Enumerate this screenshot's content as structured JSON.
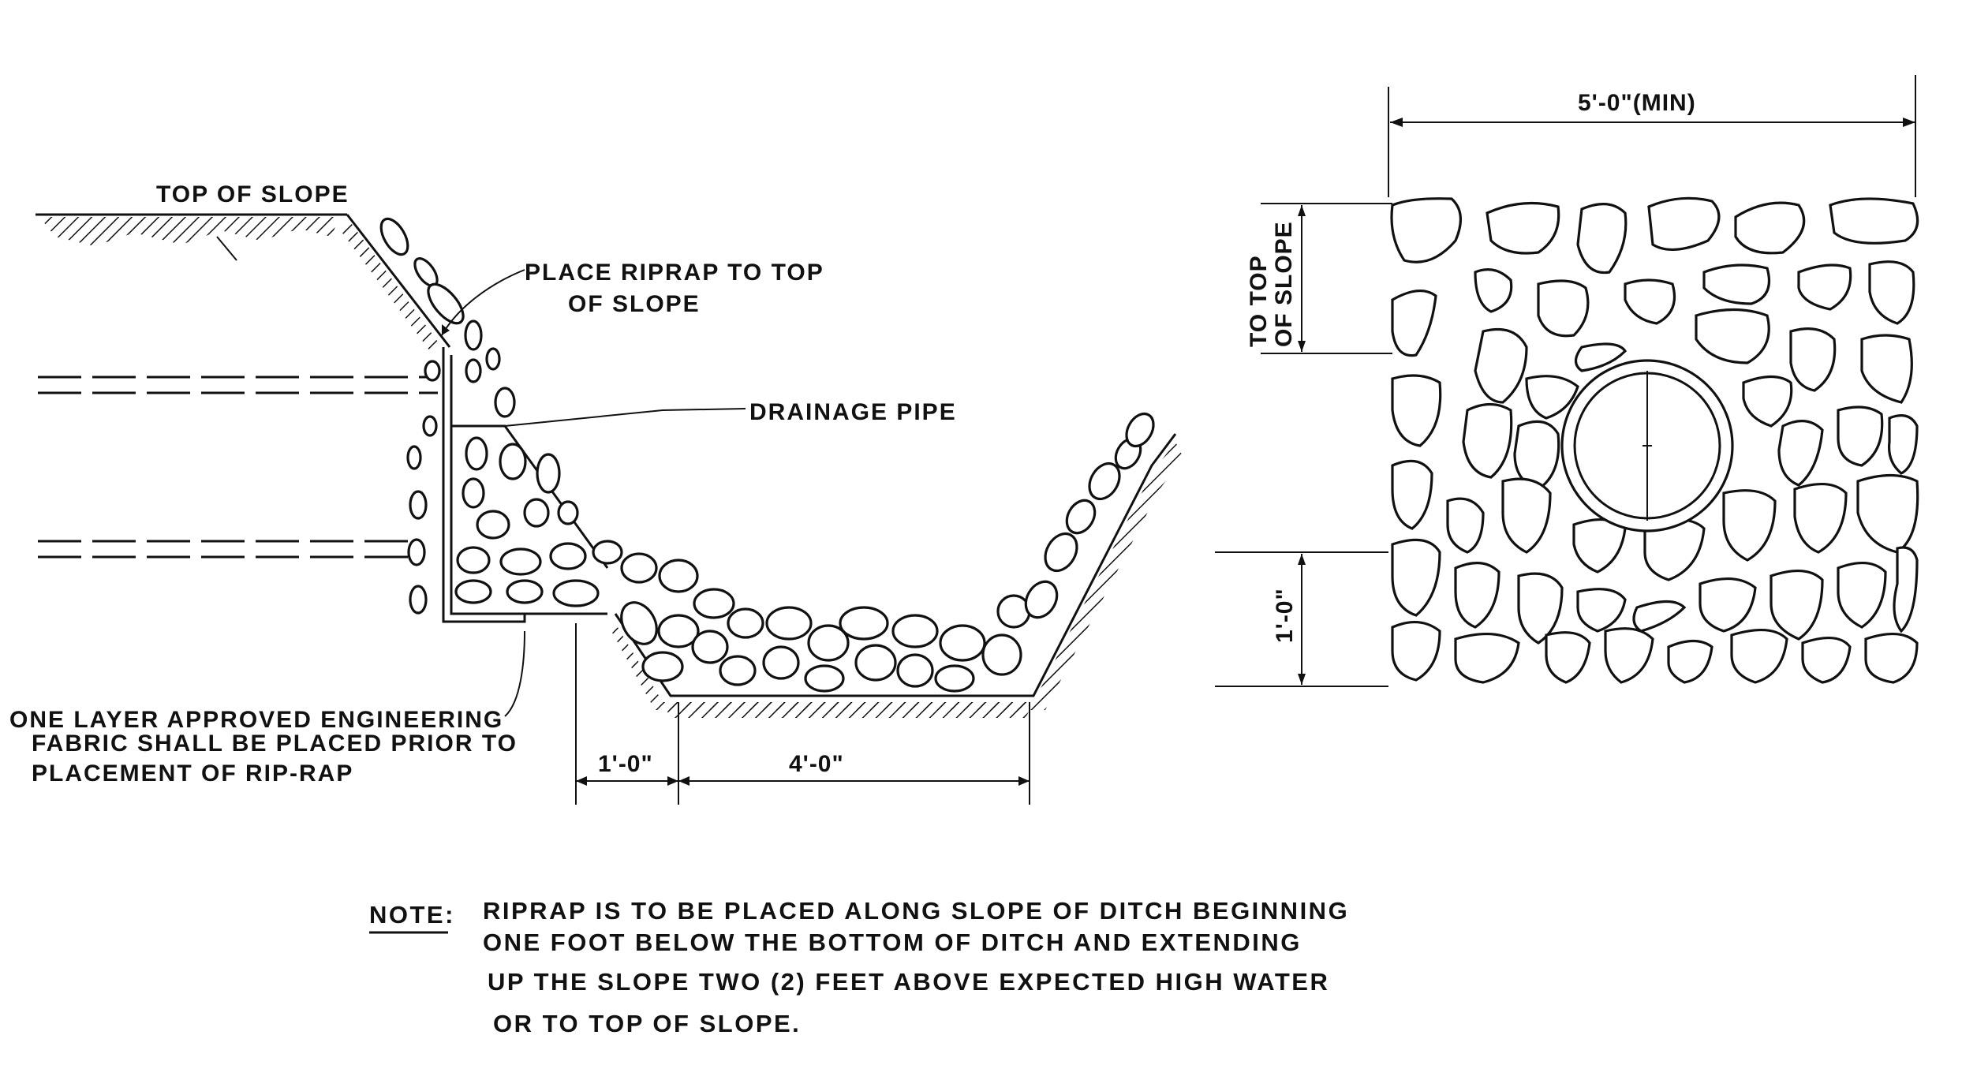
{
  "section": {
    "top_of_slope": "TOP OF SLOPE",
    "riprap_label_line1": "PLACE RIPRAP TO TOP",
    "riprap_label_line2": "OF SLOPE",
    "drainage_pipe": "DRAINAGE PIPE",
    "fabric_line1": "ONE LAYER APPROVED ENGINEERING",
    "fabric_line2": "FABRIC SHALL BE PLACED PRIOR TO",
    "fabric_line3": "PLACEMENT OF RIP-RAP",
    "dim_toe": "1'-0\"",
    "dim_bottom": "4'-0\""
  },
  "elevation": {
    "dim_width": "5'-0\"(MIN)",
    "dim_top_line1": "TO TOP",
    "dim_top_line2": "OF SLOPE",
    "dim_bottom": "1'-0\""
  },
  "note": {
    "label": "NOTE:",
    "line1": "RIPRAP IS TO BE PLACED  ALONG SLOPE OF DITCH BEGINNING",
    "line2": "ONE FOOT BELOW THE BOTTOM OF DITCH AND EXTENDING",
    "line3": "UP THE SLOPE TWO (2) FEET ABOVE EXPECTED HIGH WATER",
    "line4": "OR TO TOP OF SLOPE."
  }
}
